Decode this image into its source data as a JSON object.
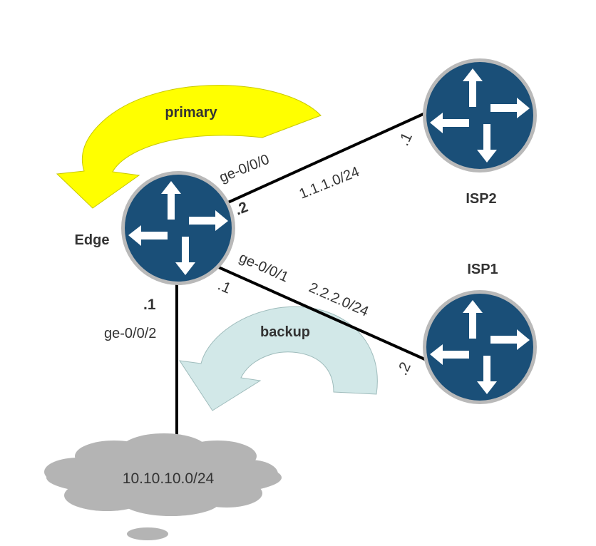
{
  "colors": {
    "router_fill": "#1a4f78",
    "router_ring": "#b9b9b9",
    "primary_arrow": "#ffff00",
    "backup_arrow": "#d2e8e8",
    "cloud": "#b4b4b4",
    "link": "#000000",
    "text": "#333333"
  },
  "routers": {
    "edge": {
      "name": "Edge",
      "icon": "router-icon"
    },
    "isp2": {
      "name": "ISP2",
      "icon": "router-icon"
    },
    "isp1": {
      "name": "ISP1",
      "icon": "router-icon"
    }
  },
  "links": {
    "edge_isp2": {
      "edge_interface": "ge-0/0/0",
      "edge_host": ".2",
      "subnet": "1.1.1.0/24",
      "isp_host": ".1"
    },
    "edge_isp1": {
      "edge_interface": "ge-0/0/1",
      "edge_host": ".1",
      "subnet": "2.2.2.0/24",
      "isp_host": ".2"
    },
    "edge_lan": {
      "edge_interface": "ge-0/0/2",
      "edge_host": ".1"
    }
  },
  "cloud": {
    "subnet": "10.10.10.0/24"
  },
  "arrows": {
    "primary": {
      "label": "primary"
    },
    "backup": {
      "label": "backup"
    }
  }
}
